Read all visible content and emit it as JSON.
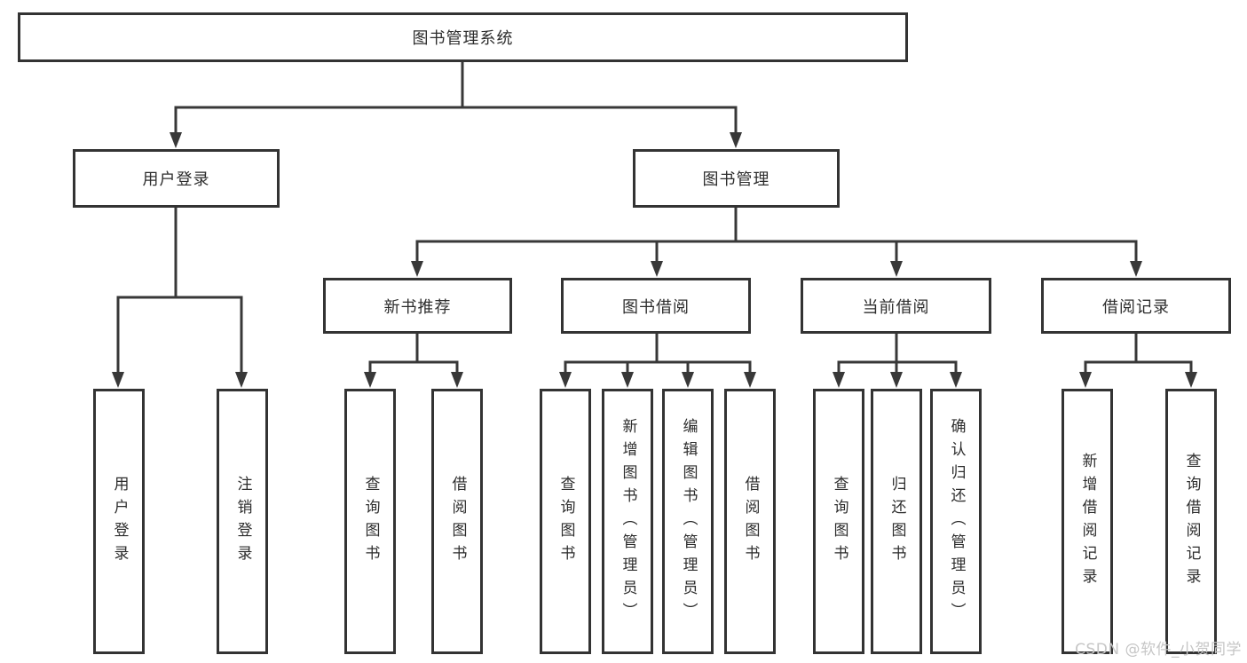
{
  "diagram_title": "图书管理系统",
  "watermark": "CSDN @软件_小贺同学",
  "colors": {
    "line": "#383838",
    "box_border": "#333333",
    "box_background": "#ffffff",
    "text": "#2d2d2d",
    "watermark": "#c6c6c6"
  },
  "nodes": {
    "root": "图书管理系统",
    "user_login": "用户登录",
    "book_management": "图书管理",
    "new_book_recommend": "新书推荐",
    "book_borrowing": "图书借阅",
    "current_borrowing": "当前借阅",
    "borrowing_records": "借阅记录",
    "leaf_user_login": "用户登录",
    "leaf_logout_login": "注销登录",
    "leaf_nbr_query_books": "查询图书",
    "leaf_nbr_borrow_books": "借阅图书",
    "leaf_bb_query_books": "查询图书",
    "leaf_bb_add_books_admin": "新增图书（管理员）",
    "leaf_bb_edit_books_admin": "编辑图书（管理员）",
    "leaf_bb_borrow_books": "借阅图书",
    "leaf_cb_query_books": "查询图书",
    "leaf_cb_return_books": "归还图书",
    "leaf_cb_confirm_return_admin": "确认归还（管理员）",
    "leaf_br_add_record": "新增借阅记录",
    "leaf_br_query_record": "查询借阅记录"
  }
}
